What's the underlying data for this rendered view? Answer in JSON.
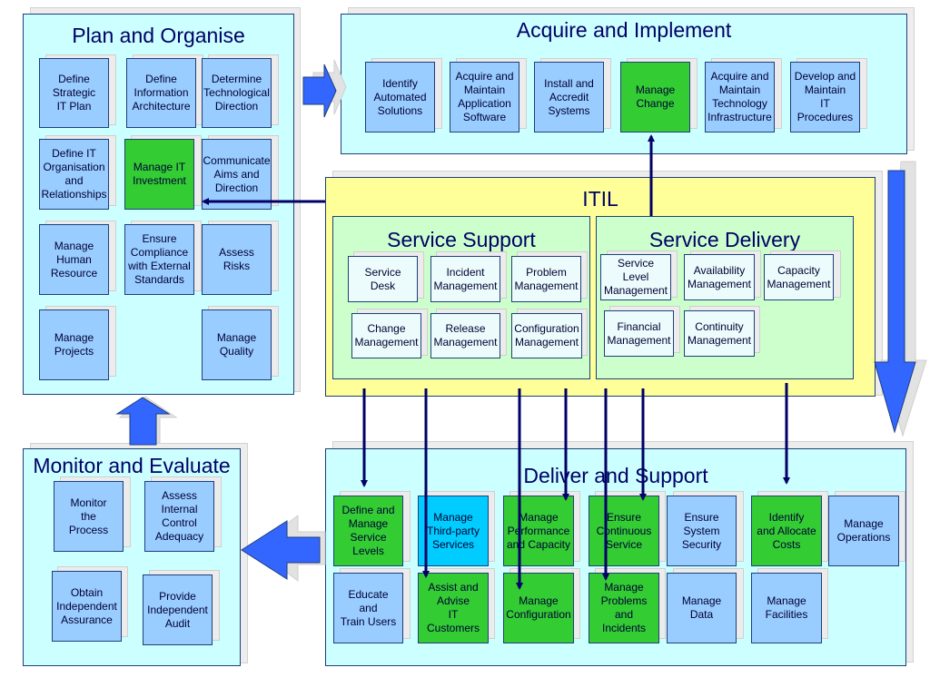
{
  "plan_organise": {
    "title": "Plan and Organise",
    "items": [
      "Define\nStrategic\nIT Plan",
      "Define\nInformation\nArchitecture",
      "Determine\nTechnological\nDirection",
      "Define IT\nOrganisation\nand\nRelationships",
      "Manage IT\nInvestment",
      "Communicate\nAims and\nDirection",
      "Manage\nHuman\nResource",
      "Ensure\nCompliance\nwith External\nStandards",
      "Assess\nRisks",
      "Manage\nProjects",
      "Manage\nQuality"
    ]
  },
  "acquire_implement": {
    "title": "Acquire and Implement",
    "items": [
      "Identify\nAutomated\nSolutions",
      "Acquire and\nMaintain\nApplication\nSoftware",
      "Install and\nAccredit\nSystems",
      "Manage\nChange",
      "Acquire and\nMaintain\nTechnology\nInfrastructure",
      "Develop and\nMaintain\nIT\nProcedures"
    ]
  },
  "itil": {
    "title": "ITIL",
    "service_support": {
      "title": "Service Support",
      "items": [
        "Service\nDesk",
        "Incident\nManagement",
        "Problem\nManagement",
        "Change\nManagement",
        "Release\nManagement",
        "Configuration\nManagement"
      ]
    },
    "service_delivery": {
      "title": "Service Delivery",
      "items": [
        "Service\nLevel\nManagement",
        "Availability\nManagement",
        "Capacity\nManagement",
        "Financial\nManagement",
        "Continuity\nManagement"
      ]
    }
  },
  "monitor_evaluate": {
    "title": "Monitor and Evaluate",
    "items": [
      "Monitor\nthe\nProcess",
      "Assess\nInternal\nControl\nAdequacy",
      "Obtain\nIndependent\nAssurance",
      "Provide\nIndependent\nAudit"
    ]
  },
  "deliver_support": {
    "title": "Deliver and Support",
    "items": [
      "Define and\nManage\nService\nLevels",
      "Manage\nThird-party\nServices",
      "Manage\nPerformance\nand Capacity",
      "Ensure\nContinuous\nService",
      "Ensure\nSystem\nSecurity",
      "Identify\nand Allocate\nCosts",
      "Manage\nOperations",
      "Educate\nand\nTrain Users",
      "Assist and\nAdvise\nIT\nCustomers",
      "Manage\nConfiguration",
      "Manage\nProblems and\nIncidents",
      "Manage\nData",
      "Manage\nFacilities"
    ]
  },
  "colors": {
    "panel": "#ccffff",
    "itil": "#ffff99",
    "itil_sub": "#ccffcc",
    "process_blue": "#99ccff",
    "process_green": "#33cc33",
    "process_cyan": "#00ccff",
    "arrow_navy": "#000066",
    "flow_arrow": "#3366ff"
  }
}
